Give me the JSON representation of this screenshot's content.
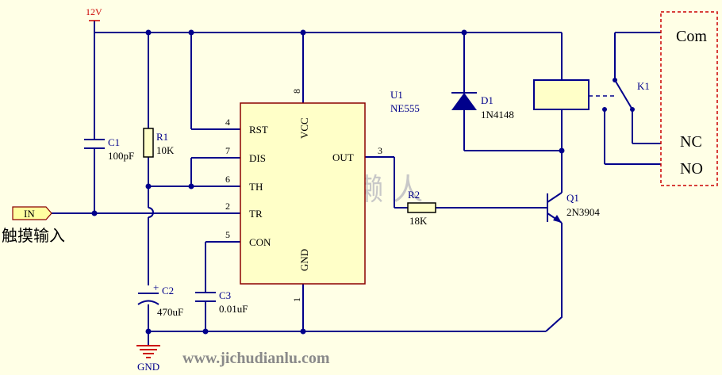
{
  "power": {
    "vcc_label": "12V",
    "gnd_label": "GND"
  },
  "input": {
    "port_label": "IN",
    "caption": "触摸输入"
  },
  "ic": {
    "ref": "U1",
    "part": "NE555",
    "pins": {
      "rst": {
        "name": "RST",
        "num": "4"
      },
      "dis": {
        "name": "DIS",
        "num": "7"
      },
      "th": {
        "name": "TH",
        "num": "6"
      },
      "tr": {
        "name": "TR",
        "num": "2"
      },
      "con": {
        "name": "CON",
        "num": "5"
      },
      "out": {
        "name": "OUT",
        "num": "3"
      },
      "vcc": {
        "name": "VCC",
        "num": "8"
      },
      "gnd": {
        "name": "GND",
        "num": "1"
      }
    }
  },
  "components": {
    "c1": {
      "ref": "C1",
      "value": "100pF"
    },
    "r1": {
      "ref": "R1",
      "value": "10K"
    },
    "c2": {
      "ref": "C2",
      "value": "470uF"
    },
    "c3": {
      "ref": "C3",
      "value": "0.01uF"
    },
    "r2": {
      "ref": "R2",
      "value": "18K"
    },
    "d1": {
      "ref": "D1",
      "value": "1N4148"
    },
    "q1": {
      "ref": "Q1",
      "value": "2N3904"
    },
    "k1": {
      "ref": "K1"
    }
  },
  "relay_terminals": {
    "com": "Com",
    "nc": "NC",
    "no": "NO"
  },
  "watermark": "电 子 懒 人",
  "website": "www.jichudianlu.com",
  "colors": {
    "background": "#ffffe6",
    "wire": "#00008b",
    "ic_fill": "#ffffc8",
    "accent": "#cc0000",
    "watermark": "#c8c8c8"
  }
}
